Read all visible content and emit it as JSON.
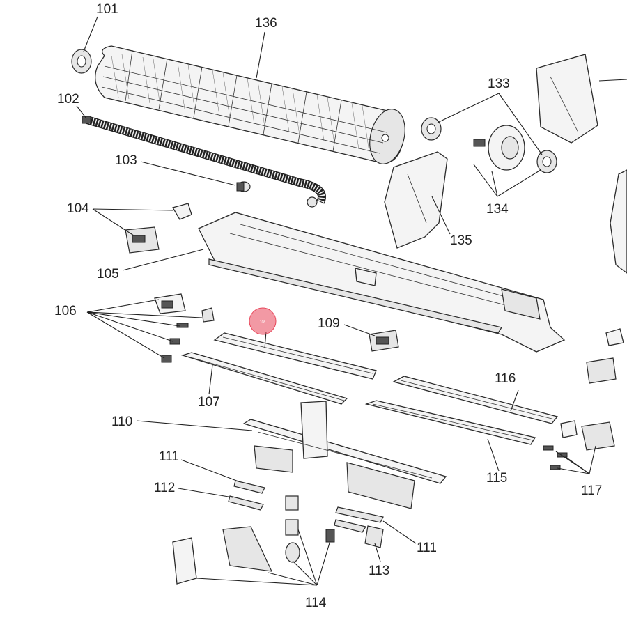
{
  "diagram": {
    "callouts": {
      "c101": "101",
      "c102": "102",
      "c103": "103",
      "c104": "104",
      "c105": "105",
      "c106": "106",
      "c107": "107",
      "c108": "108",
      "c109": "109",
      "c110": "110",
      "c111a": "111",
      "c111b": "111",
      "c112": "112",
      "c113": "113",
      "c114": "114",
      "c115": "115",
      "c116": "116",
      "c117": "117",
      "c133": "133",
      "c134": "134",
      "c135": "135",
      "c136": "136"
    },
    "hotspot_color": "#e8465a"
  }
}
